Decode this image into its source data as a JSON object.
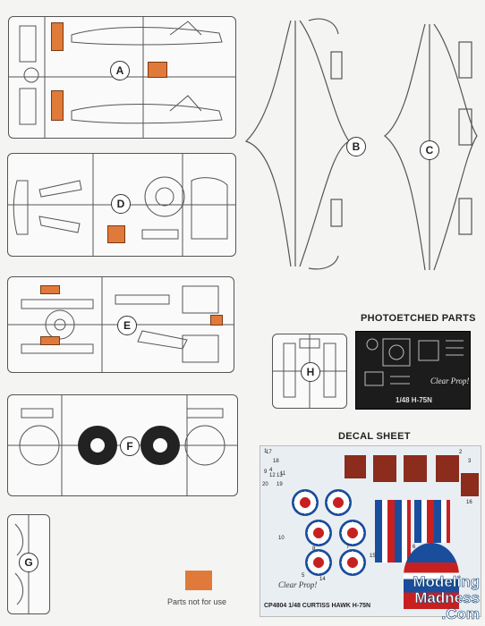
{
  "sprues": {
    "a": {
      "label": "A"
    },
    "b": {
      "label": "B"
    },
    "c": {
      "label": "C"
    },
    "d": {
      "label": "D"
    },
    "e": {
      "label": "E"
    },
    "f": {
      "label": "F"
    },
    "g": {
      "label": "G"
    },
    "h": {
      "label": "H"
    }
  },
  "photoetched": {
    "title": "PHOTOETCHED PARTS",
    "footer": "1/48 H-75N",
    "brand": "Clear Prop!"
  },
  "decal": {
    "title": "DECAL SHEET",
    "brand": "Clear Prop!",
    "code": "CP4804 1/48 CURTISS HAWK H-75N",
    "numbers": [
      "1",
      "2",
      "3",
      "4",
      "5",
      "6",
      "7",
      "8",
      "9",
      "10",
      "11",
      "12",
      "13",
      "14",
      "15",
      "16",
      "17",
      "18",
      "19",
      "20"
    ]
  },
  "legend": {
    "label": "Parts not for use",
    "color": "#e07a3a"
  },
  "watermark": {
    "line1": "Modeling",
    "line2": "Madness",
    "line3": ".Com"
  }
}
